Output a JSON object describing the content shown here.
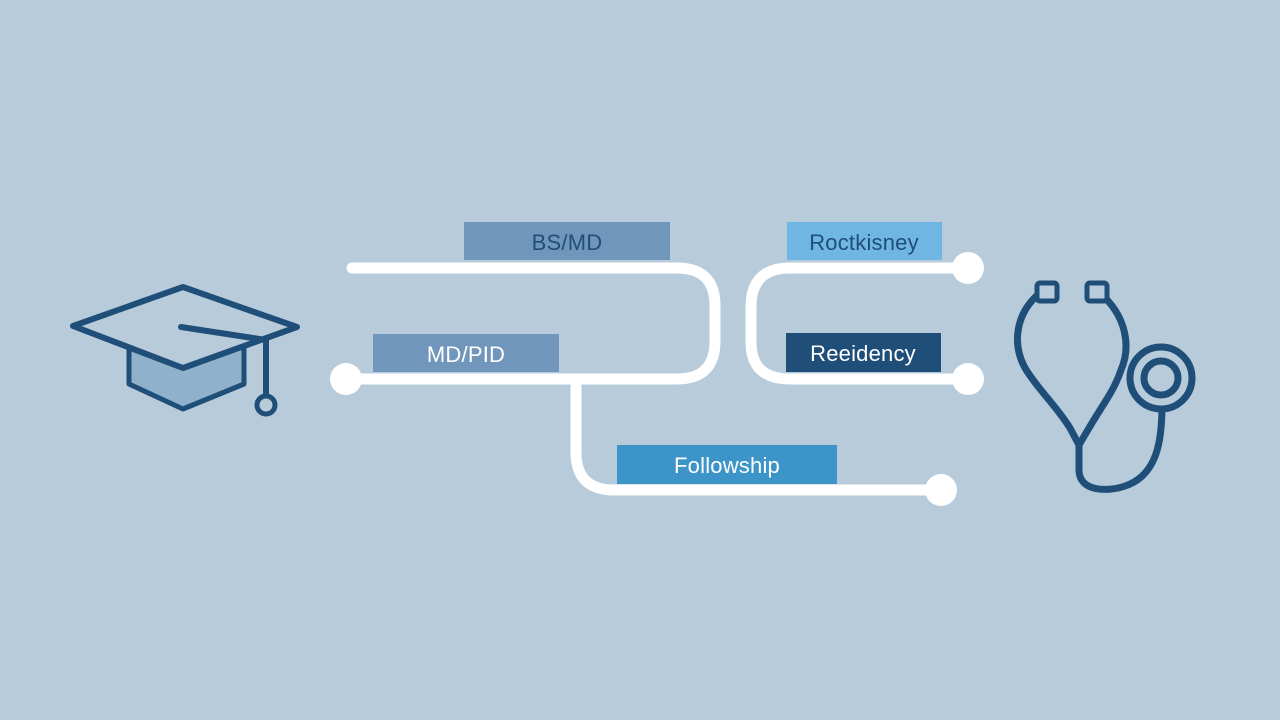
{
  "colors": {
    "background": "#b7cbda",
    "path_line": "#ffffff",
    "icon_stroke": "#1f4e79",
    "icon_fill": "#8fb1cc",
    "label_bsmd": "#7097bb",
    "label_mdphd": "#7097bb",
    "label_fellowship": "#3d94c9",
    "label_residency_light": "#6fb7e2",
    "label_residency_dark": "#1f4e79"
  },
  "icons": {
    "left": "graduation-cap-icon",
    "right": "stethoscope-icon"
  },
  "labels": {
    "bsmd": "BS/MD",
    "mdphd": "MD/PID",
    "fellowship": "Followship",
    "residency_light": "Roctkisney",
    "residency_dark": "Reeidency"
  }
}
